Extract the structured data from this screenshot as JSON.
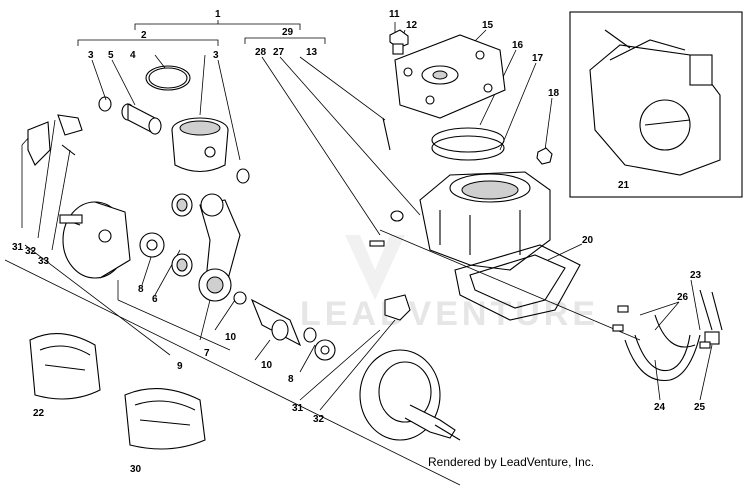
{
  "diagram": {
    "callouts": [
      "1",
      "2",
      "3",
      "4",
      "5",
      "3",
      "29",
      "28",
      "27",
      "13",
      "11",
      "12",
      "15",
      "16",
      "17",
      "18",
      "21",
      "20",
      "23",
      "26",
      "25",
      "24",
      "31",
      "32",
      "33",
      "8",
      "6",
      "7",
      "9",
      "10",
      "10",
      "8",
      "31",
      "32",
      "22",
      "30"
    ],
    "watermark": "LEADVENTURE",
    "credit": "Rendered by LeadVenture, Inc."
  }
}
